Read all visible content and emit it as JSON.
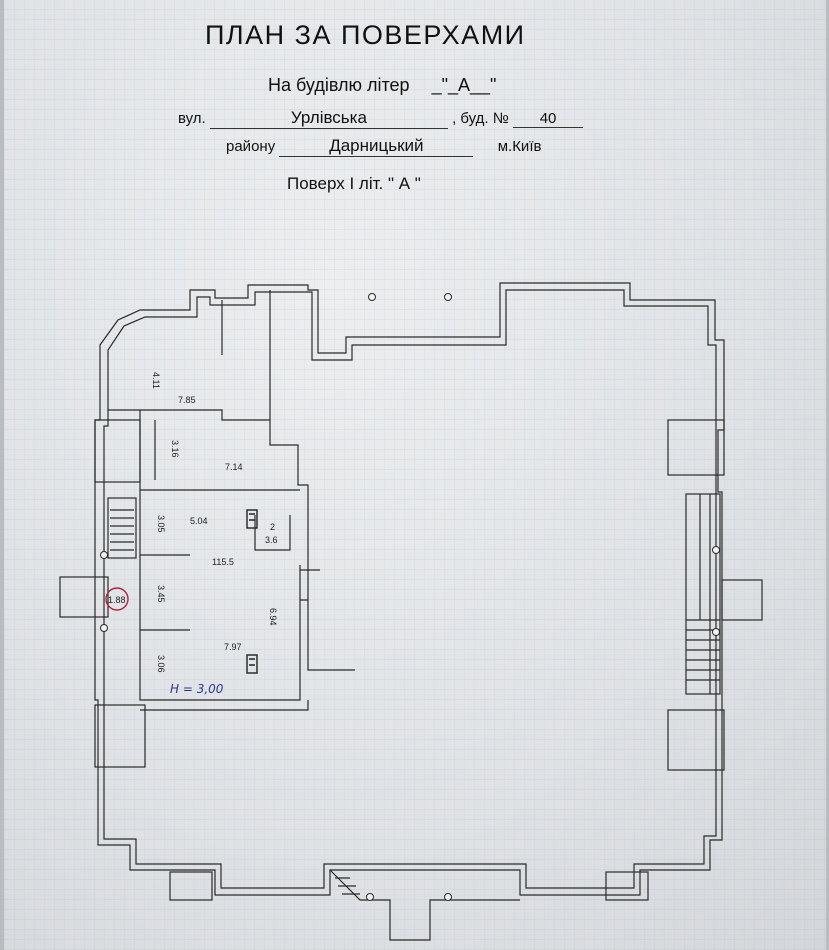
{
  "header": {
    "title": "ПЛАН ЗА ПОВЕРХАМИ",
    "building_prefix": "На будівлю літер",
    "building_letter": "_\"_А__\"",
    "street_label": "вул.",
    "street_value": "Урлівська",
    "house_label": ", буд. №",
    "house_value": "40",
    "district_label": "району",
    "district_value": "Дарницький",
    "city": "м.Київ",
    "floor_label": "Поверх  І  літ. \" А \""
  },
  "plan": {
    "dimensions": {
      "d1": "4.11",
      "d2": "7.85",
      "d3": "3.16",
      "d4": "7.14",
      "d5": "3.05",
      "d6": "5.04",
      "d7": "3.6",
      "d8": "2",
      "d9": "115.5",
      "d10": "1.88",
      "d11": "3.45",
      "d12": "6.94",
      "d13": "7.97",
      "d14": "3.06"
    },
    "height_note": "H = 3,00"
  }
}
